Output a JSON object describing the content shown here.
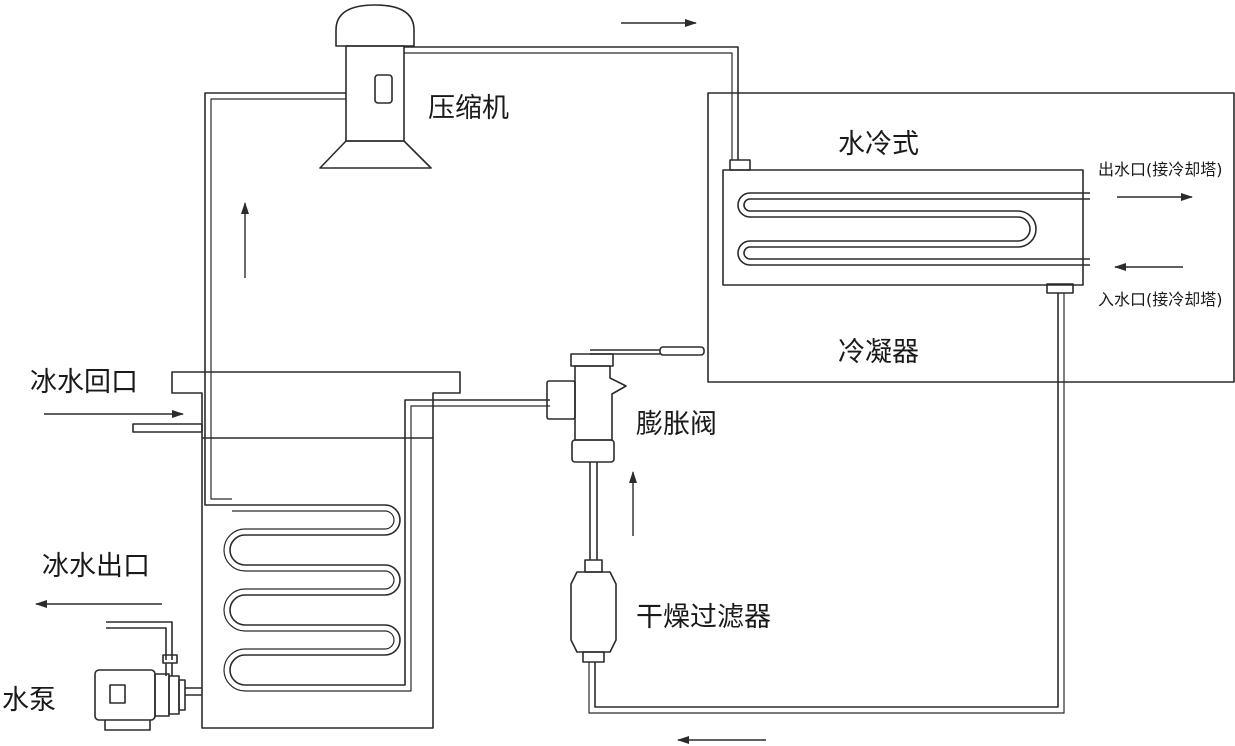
{
  "labels": {
    "compressor": "压缩机",
    "water_cooled": "水冷式",
    "condenser": "冷凝器",
    "water_outlet": "出水口(接冷却塔)",
    "water_inlet": "入水口(接冷却塔)",
    "expansion_valve": "膨胀阀",
    "chilled_water_return": "冰水回口",
    "chilled_water_outlet": "冰水出口",
    "dryer_filter": "干燥过滤器",
    "water_pump": "水泵"
  },
  "colors": {
    "line": "#2b2b2b",
    "background": "#ffffff"
  }
}
